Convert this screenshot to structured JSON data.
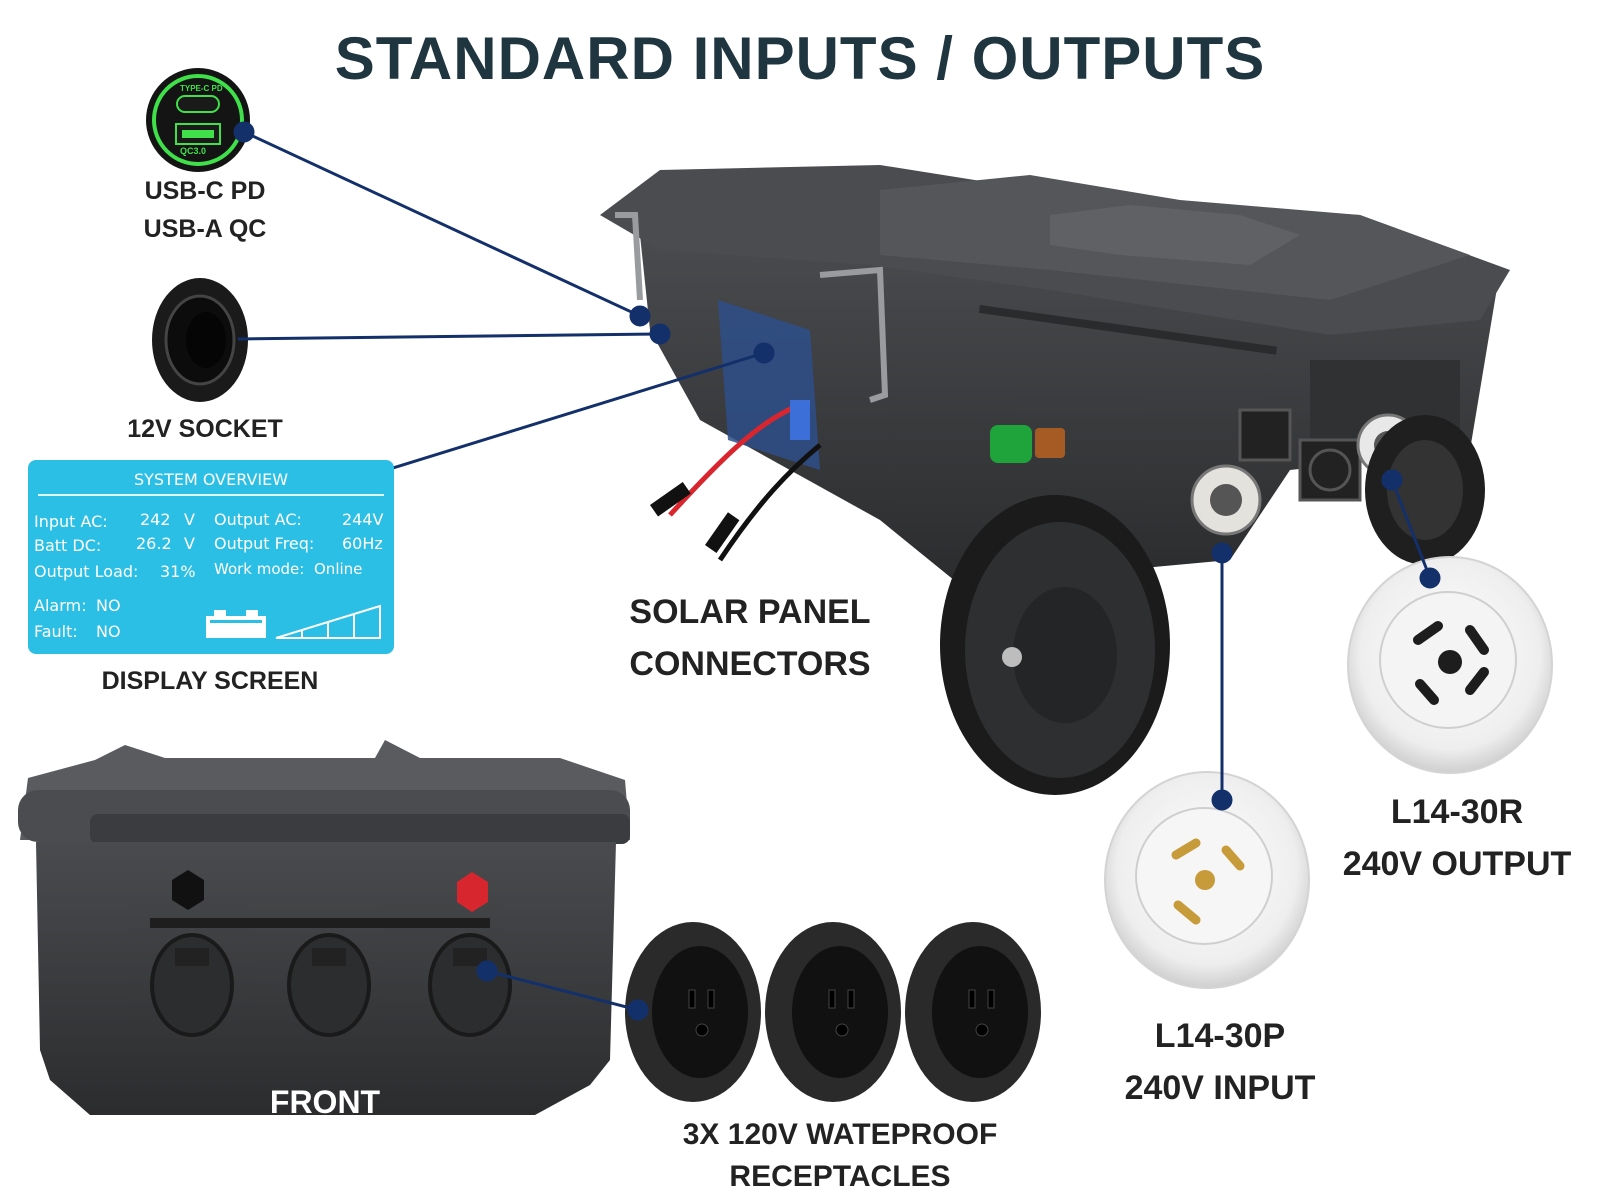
{
  "title": "STANDARD INPUTS / OUTPUTS",
  "labels": {
    "usb_line1": "USB-C PD",
    "usb_line2": "USB-A QC",
    "socket": "12V SOCKET",
    "display": "DISPLAY SCREEN",
    "solar_line1": "SOLAR PANEL",
    "solar_line2": "CONNECTORS",
    "output_line1": "L14-30R",
    "output_line2": "240V OUTPUT",
    "input_line1": "L14-30P",
    "input_line2": "240V INPUT",
    "front": "FRONT",
    "receptacles_line1": "3X 120V WATEPROOF",
    "receptacles_line2": "RECEPTACLES"
  },
  "usb_port": {
    "type_c_text": "TYPE-C PD",
    "qc_text": "QC3.0"
  },
  "screen": {
    "header": "SYSTEM  OVERVIEW",
    "input_ac_label": "Input AC:",
    "input_ac_value": "242",
    "input_ac_unit": "V",
    "batt_dc_label": "Batt  DC:",
    "batt_dc_value": "26.2",
    "batt_dc_unit": "V",
    "output_load_label": "Output  Load:",
    "output_load_value": "31%",
    "output_ac_label": "Output AC:",
    "output_ac_value": "244V",
    "output_freq_label": "Output Freq:",
    "output_freq_value": "60Hz",
    "work_mode_label": "Work mode:",
    "work_mode_value": "Online",
    "alarm_label": "Alarm:",
    "alarm_value": "NO",
    "fault_label": "Fault:",
    "fault_value": "NO"
  },
  "colors": {
    "title": "#1f3540",
    "leader_line": "#13306b",
    "screen_bg": "#2cbfe6",
    "case": "#3a3b3d",
    "usb_glow": "#3fe04a",
    "green_cap": "#1fa33b",
    "red_cap": "#d8262e"
  }
}
